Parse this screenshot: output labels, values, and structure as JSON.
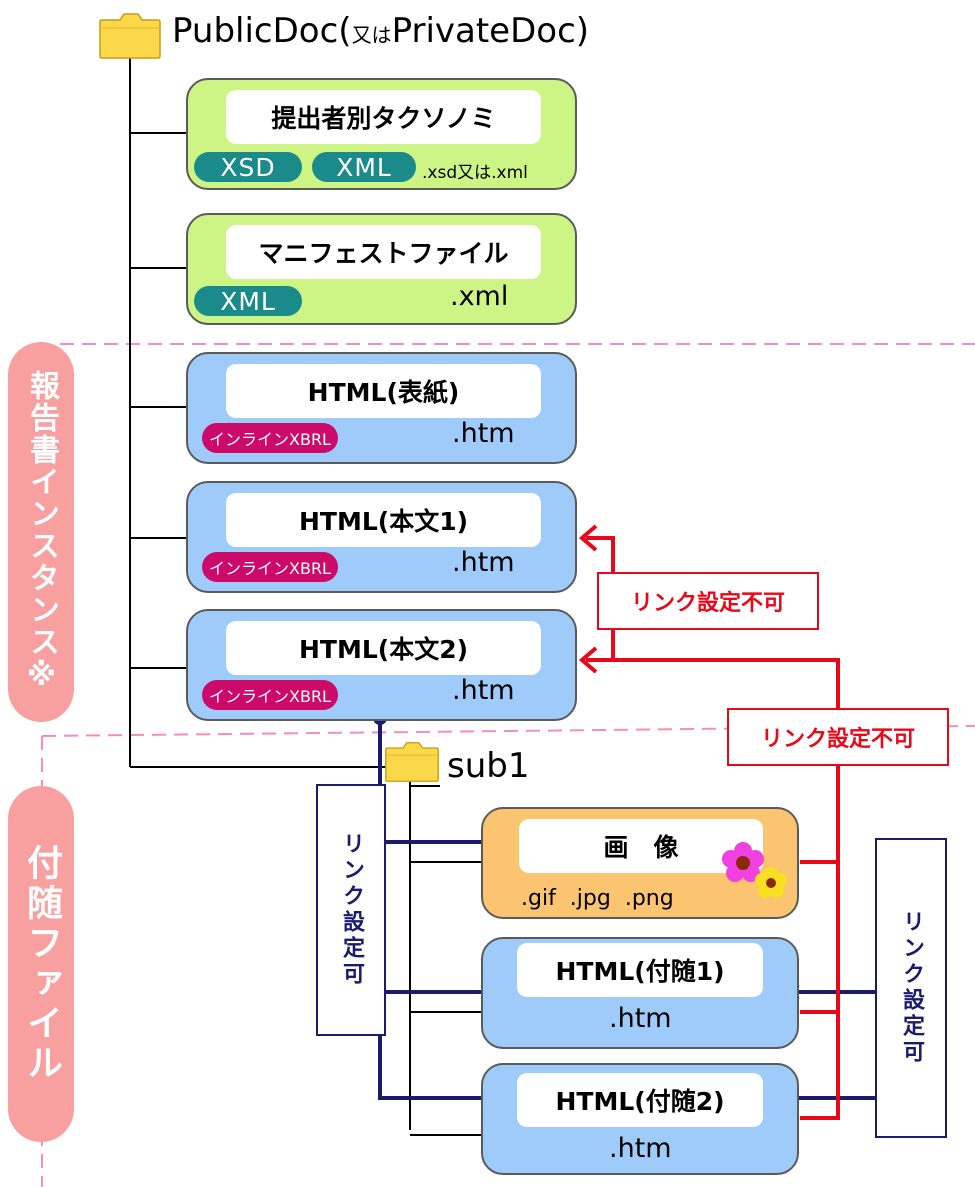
{
  "root_folder": {
    "name": "PublicDoc(",
    "alt": "又は",
    "alt_name": "PrivateDoc)"
  },
  "sub_folder": {
    "name": "sub1"
  },
  "files": {
    "taxonomy": {
      "title": "提出者別タクソノミ",
      "badges": [
        "XSD",
        "XML"
      ],
      "ext": ".xsd又は.xml"
    },
    "manifest": {
      "title": "マニフェストファイル",
      "badges": [
        "XML"
      ],
      "ext": ".xml"
    },
    "cover": {
      "title": "HTML(表紙)",
      "badge": "インラインXBRL",
      "ext": ".htm"
    },
    "body1": {
      "title": "HTML(本文1)",
      "badge": "インラインXBRL",
      "ext": ".htm"
    },
    "body2": {
      "title": "HTML(本文2)",
      "badge": "インラインXBRL",
      "ext": ".htm"
    },
    "image": {
      "title": "画　像",
      "ext": ".gif  .jpg  .png"
    },
    "attach1": {
      "title": "HTML(付随1)",
      "ext": ".htm"
    },
    "attach2": {
      "title": "HTML(付随2)",
      "ext": ".htm"
    }
  },
  "sections": {
    "report_instance": "報告書インスタンス※",
    "attached_files": "付随ファイル"
  },
  "link_labels": {
    "not_allowed_1": "リンク設定不可",
    "not_allowed_2": "リンク設定不可",
    "allowed_left": "リンク設定可",
    "allowed_right": "リンク設定可"
  },
  "colors": {
    "green_box": "#ccf586",
    "blue_box": "#9fcbfa",
    "orange_box": "#fbc470",
    "section_pink": "#f8a0a0",
    "dashed_line": "#f48cc0",
    "red_arrow": "#e8081a",
    "navy_arrow": "#1a1a6e",
    "teal_badge": "#1a8a8a",
    "magenta_badge": "#cc0a6a"
  },
  "icons": [
    "folder-icon",
    "flower-icon"
  ]
}
